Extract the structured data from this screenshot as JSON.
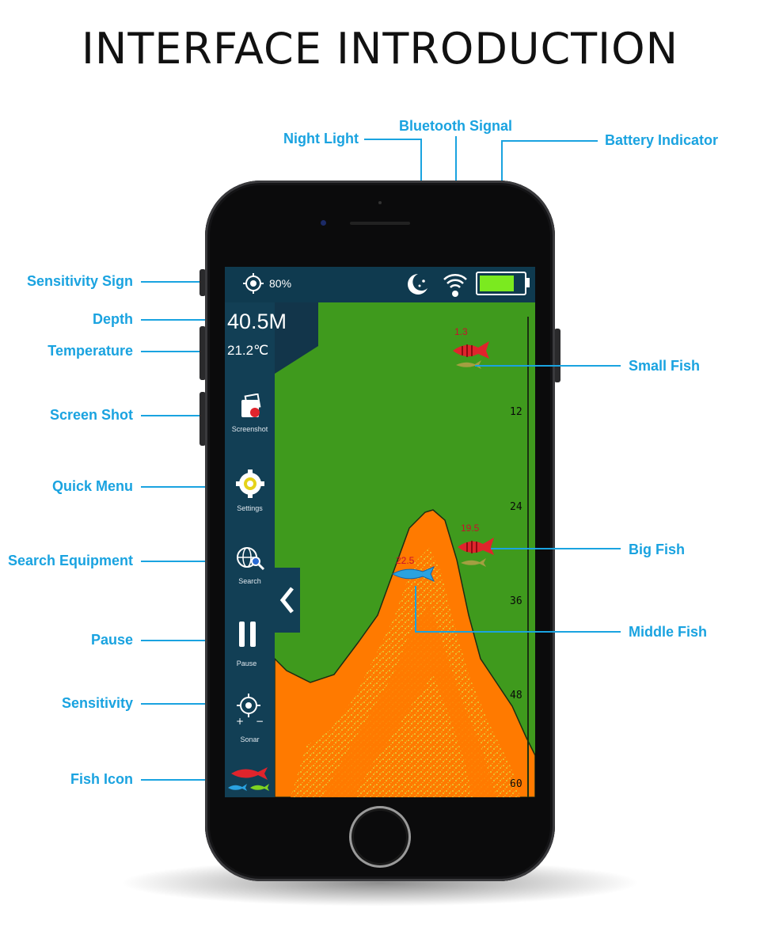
{
  "title": "INTERFACE INTRODUCTION",
  "labels": {
    "night_light": "Night Light",
    "bluetooth_signal": "Bluetooth Signal",
    "battery_indicator": "Battery Indicator",
    "sensitivity_sign": "Sensitivity Sign",
    "depth": "Depth",
    "temperature": "Temperature",
    "screen_shot": "Screen Shot",
    "quick_menu": "Quick Menu",
    "search_equipment": "Search Equipment",
    "pause": "Pause",
    "sensitivity": "Sensitivity",
    "fish_icon": "Fish Icon",
    "small_fish": "Small Fish",
    "big_fish": "Big Fish",
    "middle_fish": "Middle Fish"
  },
  "screen": {
    "sensitivity_percent": "80%",
    "depth_value": "40.5M",
    "temperature_value": "21.2℃",
    "sidebar": {
      "screenshot_caption": "Screenshot",
      "settings_caption": "Settings",
      "search_caption": "Search",
      "pause_caption": "Pause",
      "sonar_caption": "Sonar"
    },
    "depth_scale": [
      "12",
      "24",
      "36",
      "48",
      "60"
    ],
    "fish": {
      "small_depth": "1.3",
      "big_depth": "19.5",
      "middle_depth": "22.5"
    },
    "battery_level": 0.85
  },
  "colors": {
    "accent": "#1aa3e0",
    "water": "#3f9a1d",
    "seabed": "#ff7a00",
    "echo": "#e4cf2a"
  },
  "icons": [
    "night-light-icon",
    "bluetooth-signal-icon",
    "battery-icon",
    "sensitivity-sign-icon",
    "screenshot-icon",
    "settings-icon",
    "search-icon",
    "pause-icon",
    "sensitivity-icon",
    "fish-icon",
    "back-chevron-icon"
  ]
}
